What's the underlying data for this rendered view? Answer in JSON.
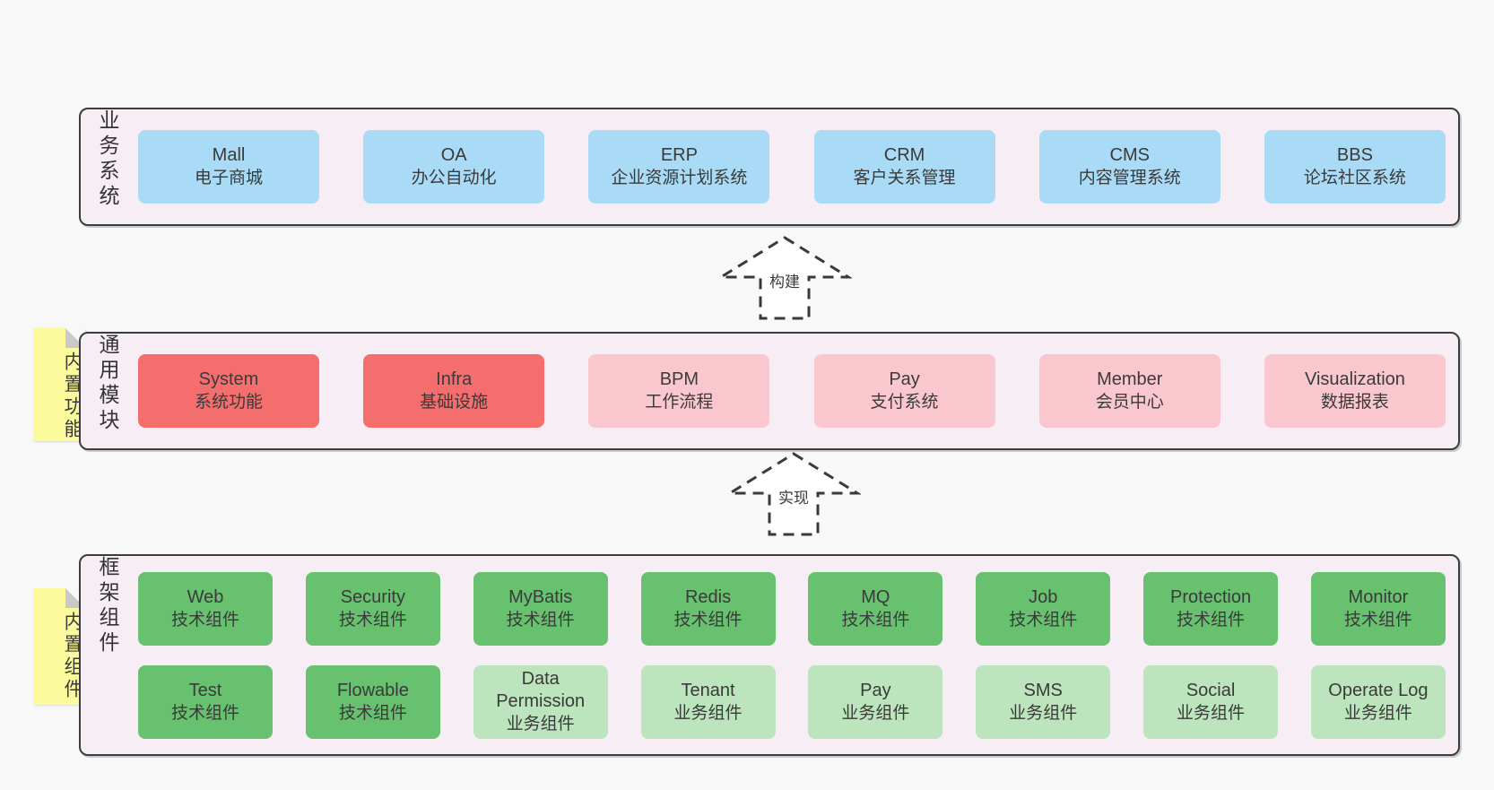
{
  "colors": {
    "page_bg": "#f8f8f8",
    "container_bg": "#f7edf5",
    "container_border": "#3c3c3c",
    "blue_box": "#a9dbf6",
    "red_box": "#f56e6e",
    "pink_box": "#fbc7cf",
    "green_box": "#67c16e",
    "light_green_box": "#bce4bd",
    "sticky_note": "#fbfb9e",
    "text": "#3a3a3a"
  },
  "arrows": [
    {
      "label": "构建"
    },
    {
      "label": "实现"
    }
  ],
  "layers": {
    "business": {
      "label": "业务系统",
      "boxes": [
        {
          "en": "Mall",
          "zh": "电子商城"
        },
        {
          "en": "OA",
          "zh": "办公自动化"
        },
        {
          "en": "ERP",
          "zh": "企业资源计划系统"
        },
        {
          "en": "CRM",
          "zh": "客户关系管理"
        },
        {
          "en": "CMS",
          "zh": "内容管理系统"
        },
        {
          "en": "BBS",
          "zh": "论坛社区系统"
        }
      ]
    },
    "modules": {
      "label": "通用模块",
      "sticky": "内置功能",
      "boxes": [
        {
          "en": "System",
          "zh": "系统功能"
        },
        {
          "en": "Infra",
          "zh": "基础设施"
        },
        {
          "en": "BPM",
          "zh": "工作流程"
        },
        {
          "en": "Pay",
          "zh": "支付系统"
        },
        {
          "en": "Member",
          "zh": "会员中心"
        },
        {
          "en": "Visualization",
          "zh": "数据报表"
        }
      ]
    },
    "components": {
      "label": "框架组件",
      "sticky": "内置组件",
      "row1": [
        {
          "en": "Web",
          "zh": "技术组件"
        },
        {
          "en": "Security",
          "zh": "技术组件"
        },
        {
          "en": "MyBatis",
          "zh": "技术组件"
        },
        {
          "en": "Redis",
          "zh": "技术组件"
        },
        {
          "en": "MQ",
          "zh": "技术组件"
        },
        {
          "en": "Job",
          "zh": "技术组件"
        },
        {
          "en": "Protection",
          "zh": "技术组件"
        },
        {
          "en": "Monitor",
          "zh": "技术组件"
        }
      ],
      "row2": [
        {
          "en": "Test",
          "zh": "技术组件"
        },
        {
          "en": "Flowable",
          "zh": "技术组件"
        },
        {
          "en": "Data Permission",
          "zh": "业务组件"
        },
        {
          "en": "Tenant",
          "zh": "业务组件"
        },
        {
          "en": "Pay",
          "zh": "业务组件"
        },
        {
          "en": "SMS",
          "zh": "业务组件"
        },
        {
          "en": "Social",
          "zh": "业务组件"
        },
        {
          "en": "Operate Log",
          "zh": "业务组件"
        }
      ]
    }
  }
}
